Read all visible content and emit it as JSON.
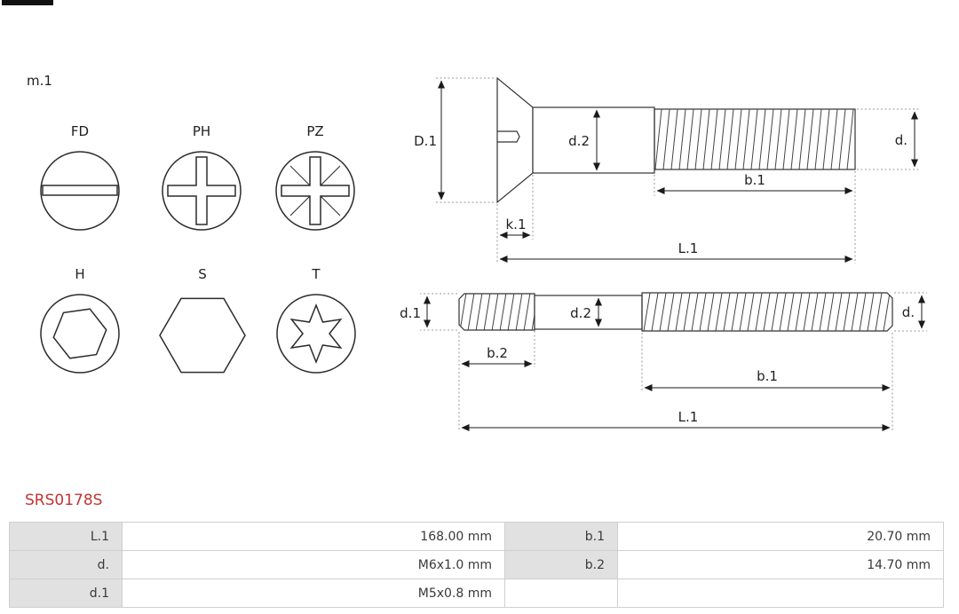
{
  "page": {
    "marker_label": "m.1",
    "part_number": "SRS0178S"
  },
  "head_types": {
    "fd": "FD",
    "ph": "PH",
    "pz": "PZ",
    "h": "H",
    "s": "S",
    "t": "T"
  },
  "screw_side_view": {
    "head_diameter": "D.1",
    "shank_diameter": "d.2",
    "thread_diameter": "d.",
    "thread_length": "b.1",
    "head_height": "k.1",
    "total_length": "L.1"
  },
  "stud_view": {
    "left_thread_diameter": "d.1",
    "shank_diameter": "d.2",
    "right_thread_diameter": "d.",
    "left_thread_length": "b.2",
    "right_thread_length": "b.1",
    "total_length": "L.1"
  },
  "table": {
    "rows": [
      {
        "label1": "L.1",
        "value1": "168.00 mm",
        "label2": "b.1",
        "value2": "20.70 mm"
      },
      {
        "label1": "d.",
        "value1": "M6x1.0 mm",
        "label2": "b.2",
        "value2": "14.70 mm"
      },
      {
        "label1": "d.1",
        "value1": "M5x0.8 mm",
        "label2": "",
        "value2": ""
      }
    ]
  }
}
